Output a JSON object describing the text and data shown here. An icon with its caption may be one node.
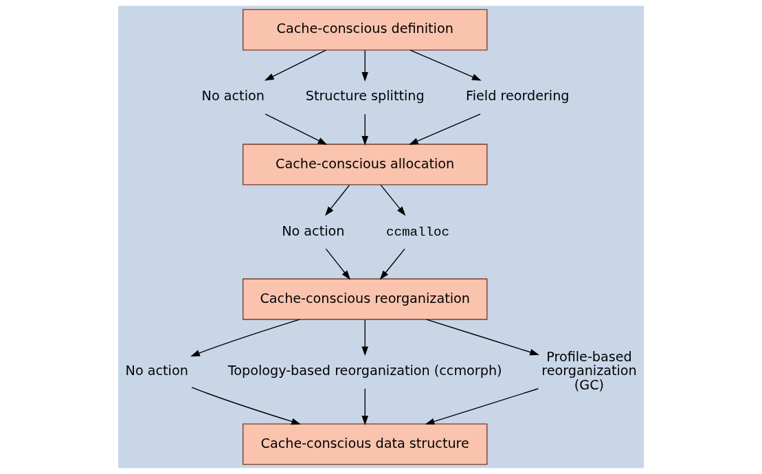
{
  "diagram": {
    "nodes": [
      {
        "text": [
          "Cache-conscious definition"
        ]
      },
      {
        "text": [
          "No action"
        ]
      },
      {
        "text": [
          "Structure splitting"
        ]
      },
      {
        "text": [
          "Field reordering"
        ]
      },
      {
        "text": [
          "Cache-conscious allocation"
        ]
      },
      {
        "text": [
          "No action"
        ]
      },
      {
        "text": [
          "ccmalloc"
        ]
      },
      {
        "text": [
          "Cache-conscious reorganization"
        ]
      },
      {
        "text": [
          "No action"
        ]
      },
      {
        "text": [
          "Topology-based reorganization (ccmorph)"
        ]
      },
      {
        "text": [
          "Profile-based reorganization (GC)"
        ]
      },
      {
        "text": [
          "Cache-conscious data structure"
        ]
      }
    ],
    "edges": [
      {
        "from": 0,
        "to": 1,
        "arrow": "to"
      },
      {
        "from": 0,
        "to": 2,
        "arrow": "to"
      },
      {
        "from": 0,
        "to": 3,
        "arrow": "to"
      },
      {
        "from": 1,
        "to": 4,
        "arrow": "to"
      },
      {
        "from": 2,
        "to": 4,
        "arrow": "to"
      },
      {
        "from": 3,
        "to": 4,
        "arrow": "to"
      },
      {
        "from": 4,
        "to": 5,
        "arrow": "to"
      },
      {
        "from": 4,
        "to": 6,
        "arrow": "to"
      },
      {
        "from": 5,
        "to": 7,
        "arrow": "to"
      },
      {
        "from": 6,
        "to": 7,
        "arrow": "to"
      },
      {
        "from": 7,
        "to": 8,
        "arrow": "to"
      },
      {
        "from": 7,
        "to": 9,
        "arrow": "to"
      },
      {
        "from": 7,
        "to": 10,
        "arrow": "to"
      },
      {
        "from": 8,
        "to": 11,
        "arrow": "to"
      },
      {
        "from": 9,
        "to": 11,
        "arrow": "to"
      },
      {
        "from": 10,
        "to": 11,
        "arrow": "to"
      }
    ]
  }
}
